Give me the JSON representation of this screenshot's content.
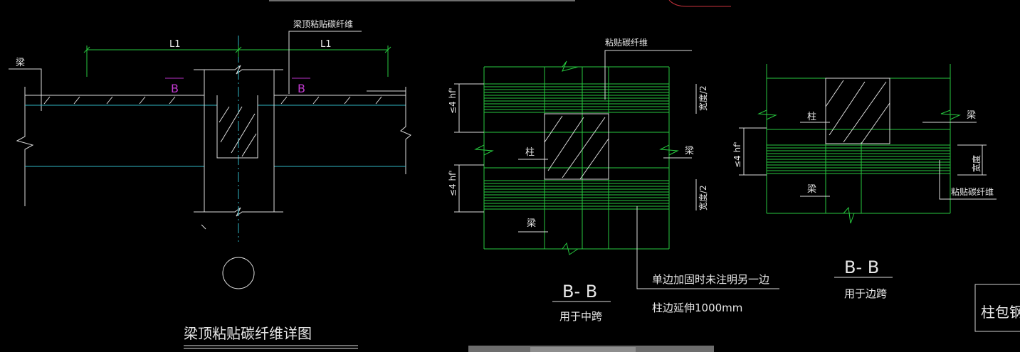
{
  "colors": {
    "background": "#000000",
    "outline": "#27c93f",
    "beam_line": "#2fb6c4",
    "text": "#e6e6e6",
    "section_mark": "#c23ad0",
    "leader_accent": "#c8323c"
  },
  "detail_left": {
    "beam_label": "梁",
    "leader_label": "梁顶粘贴碳纤维",
    "dim_left": "L1",
    "dim_right": "L1",
    "section_mark_left": "B",
    "section_mark_right": "B",
    "title": "梁顶粘贴碳纤维详图"
  },
  "section_mid": {
    "cfrp_label": "粘贴碳纤维",
    "dim_top": "≤4 hf'",
    "dim_bottom": "≤4 hf'",
    "width_top": "宽度/2",
    "width_bottom": "宽度/2",
    "column_label": "柱",
    "beam_label_right": "梁",
    "beam_label_bottom": "梁",
    "section_title": "B- B",
    "section_subtitle": "用于中跨",
    "note_line1": "单边加固时未注明另一边",
    "note_line2": "柱边延伸1000mm"
  },
  "section_edge": {
    "column_label": "柱",
    "beam_label_right": "梁",
    "beam_label_bottom": "梁",
    "dim_left": "≤4 hf'",
    "width_right": "宽度",
    "cfrp_label": "粘贴碳纤维",
    "section_title": "B- B",
    "section_subtitle": "用于边跨"
  },
  "partial_box": {
    "label": "柱包钢板"
  }
}
